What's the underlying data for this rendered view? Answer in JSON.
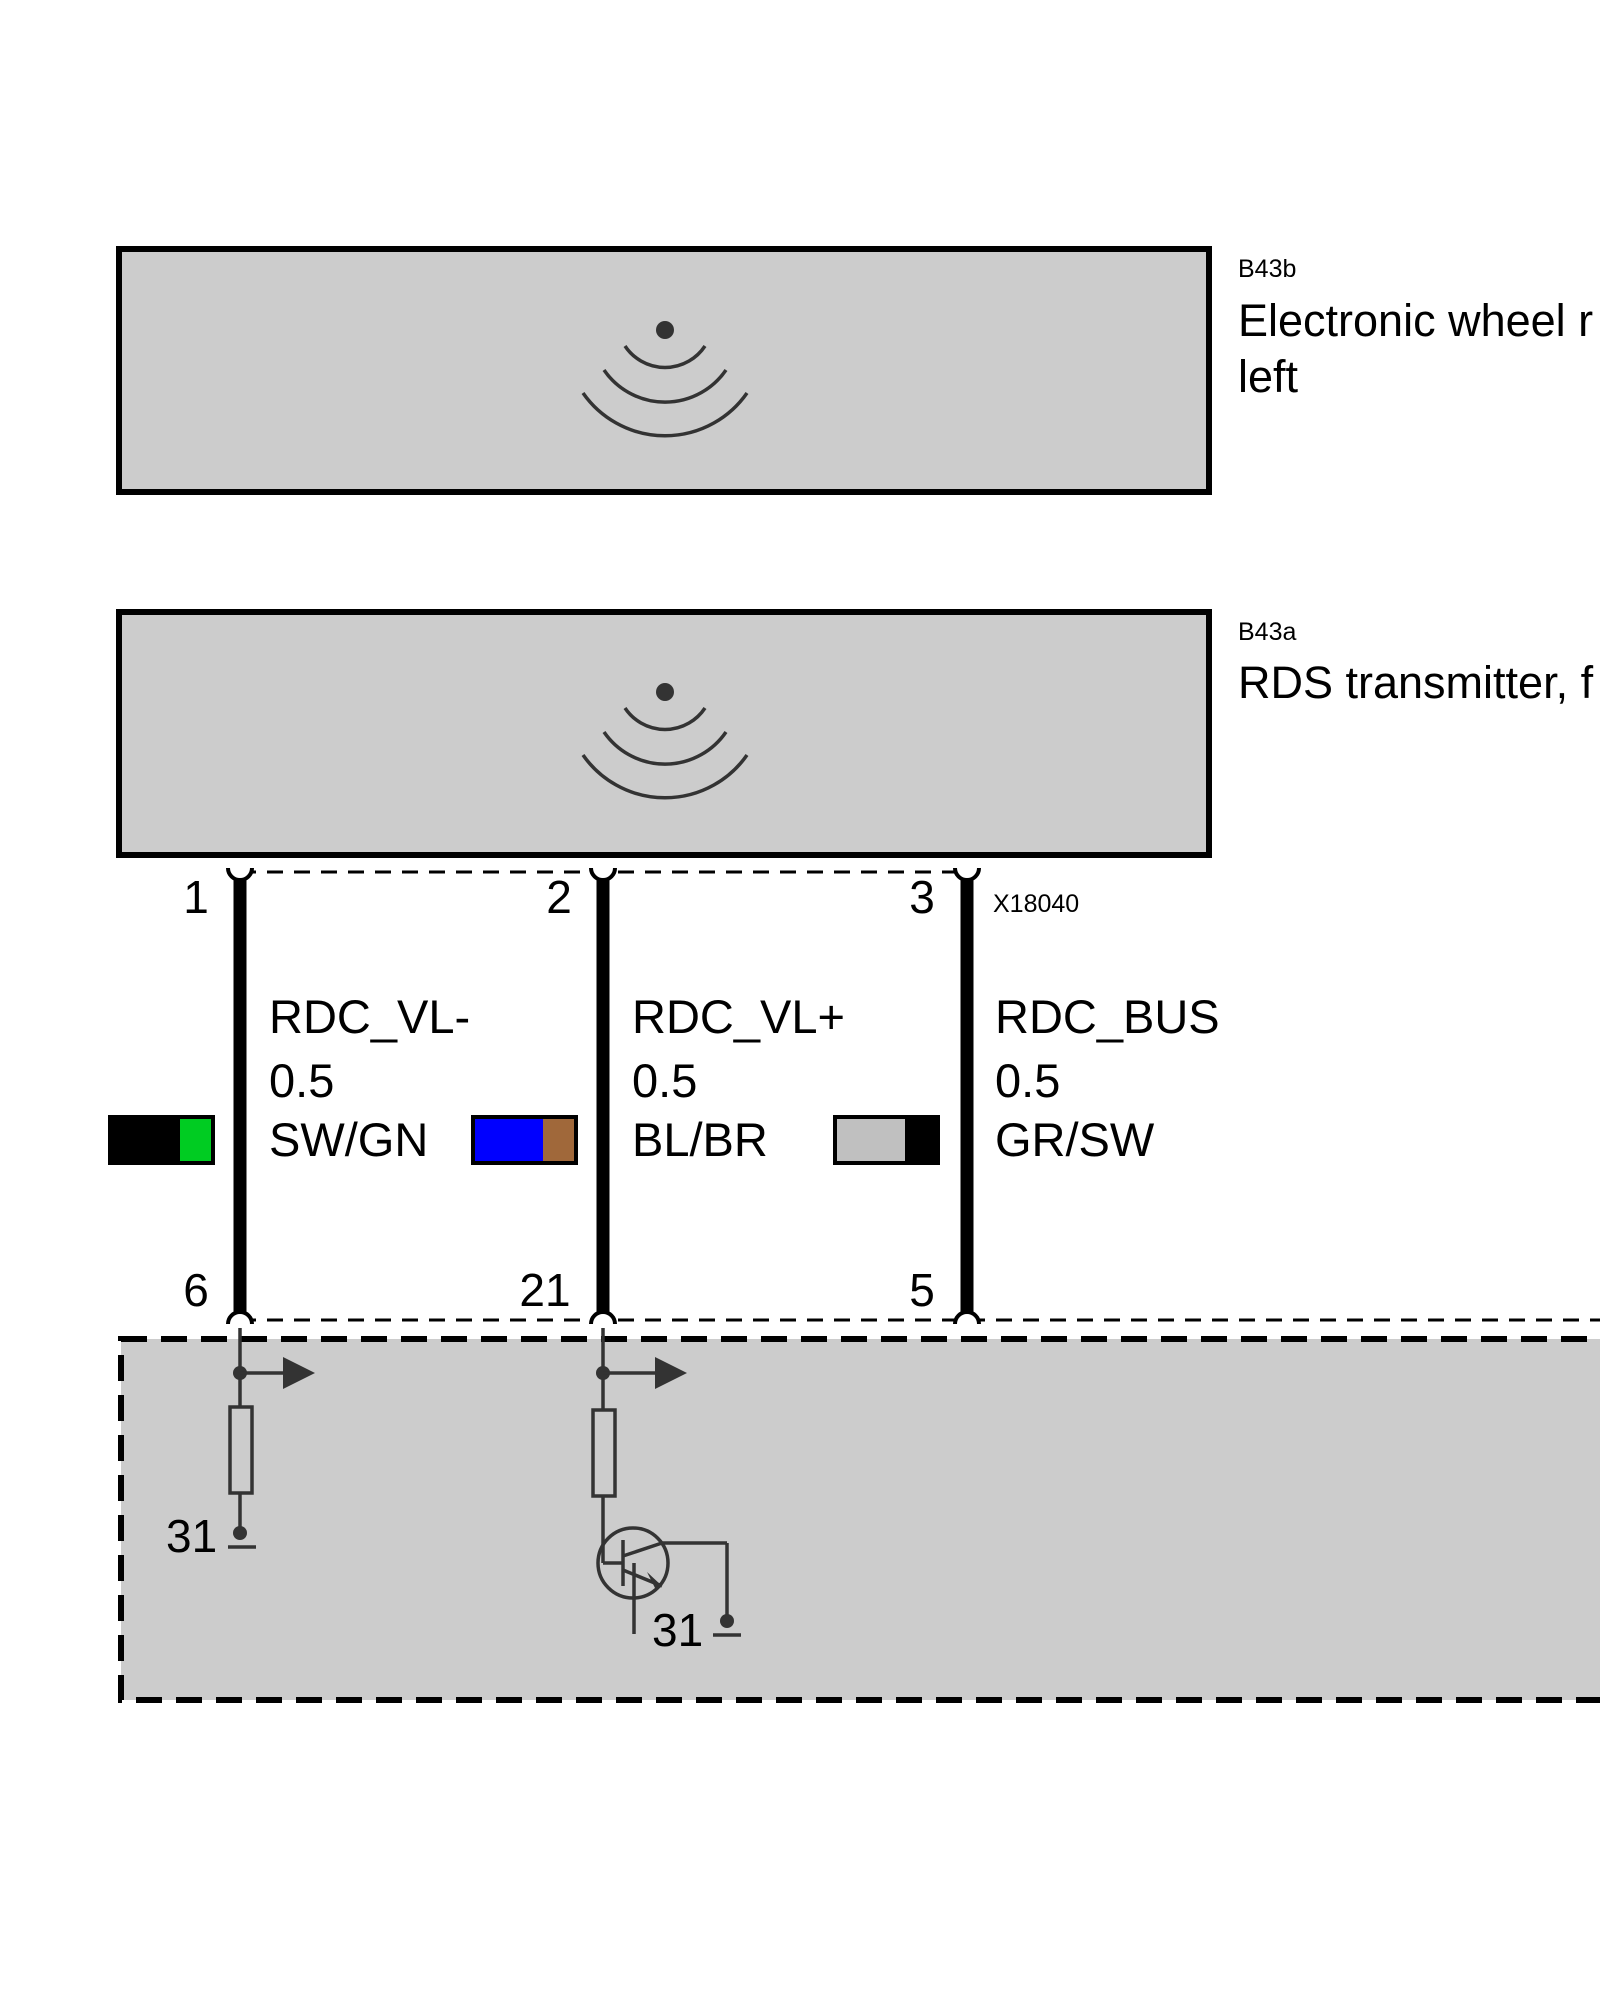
{
  "components": {
    "b43b": {
      "code": "B43b",
      "name_line1": "Electronic wheel r",
      "name_line2": "left"
    },
    "b43a": {
      "code": "B43a",
      "name_line1": "RDS transmitter, f"
    }
  },
  "connector": {
    "id": "X18040"
  },
  "wires": [
    {
      "pin_top": "1",
      "pin_bottom": "6",
      "signal": "RDC_VL-",
      "gauge": "0.5",
      "color_code": "SW/GN",
      "colors": [
        "#000000",
        "#00cc22"
      ]
    },
    {
      "pin_top": "2",
      "pin_bottom": "21",
      "signal": "RDC_VL+",
      "gauge": "0.5",
      "color_code": "BL/BR",
      "colors": [
        "#0000ff",
        "#a0683a"
      ]
    },
    {
      "pin_top": "3",
      "pin_bottom": "5",
      "signal": "RDC_BUS",
      "gauge": "0.5",
      "color_code": "GR/SW",
      "colors": [
        "#c0c0c0",
        "#000000"
      ]
    }
  ],
  "ground_labels": [
    "31",
    "31"
  ],
  "style": {
    "box_fill": "#cccccc",
    "line": "#000000",
    "detail_line": "#333333"
  }
}
